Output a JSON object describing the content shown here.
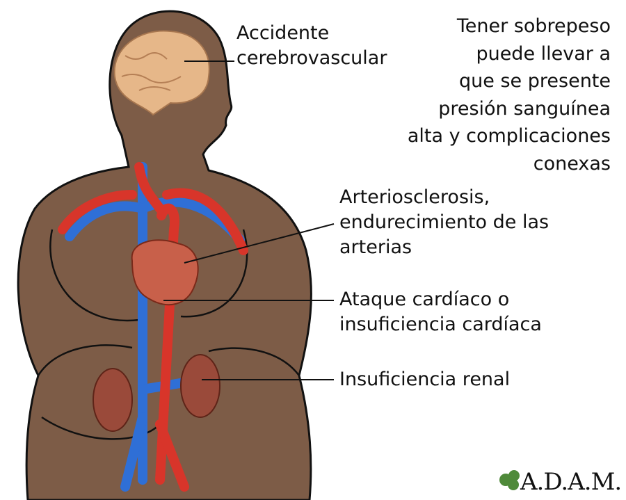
{
  "labels": {
    "stroke": [
      "Accidente",
      "cerebrovascular"
    ],
    "summary": [
      "Tener sobrepeso",
      "puede llevar a",
      "que se presente",
      "presión sanguínea",
      "alta y complicaciones",
      "conexas"
    ],
    "arteriosclerosis": [
      "Arteriosclerosis,",
      "endurecimiento de las",
      "arterias"
    ],
    "heart": [
      "Ataque cardíaco o",
      "insuficiencia cardíaca"
    ],
    "kidney": [
      "Insuficiencia renal"
    ]
  },
  "logo": {
    "text": "A.D.A.M.",
    "icon": "leaf-icon"
  },
  "colors": {
    "body": "#7d5c47",
    "artery": "#d8352a",
    "vein": "#2f6fd6",
    "organ": "#a85a3a",
    "brain": "#e6b789"
  }
}
